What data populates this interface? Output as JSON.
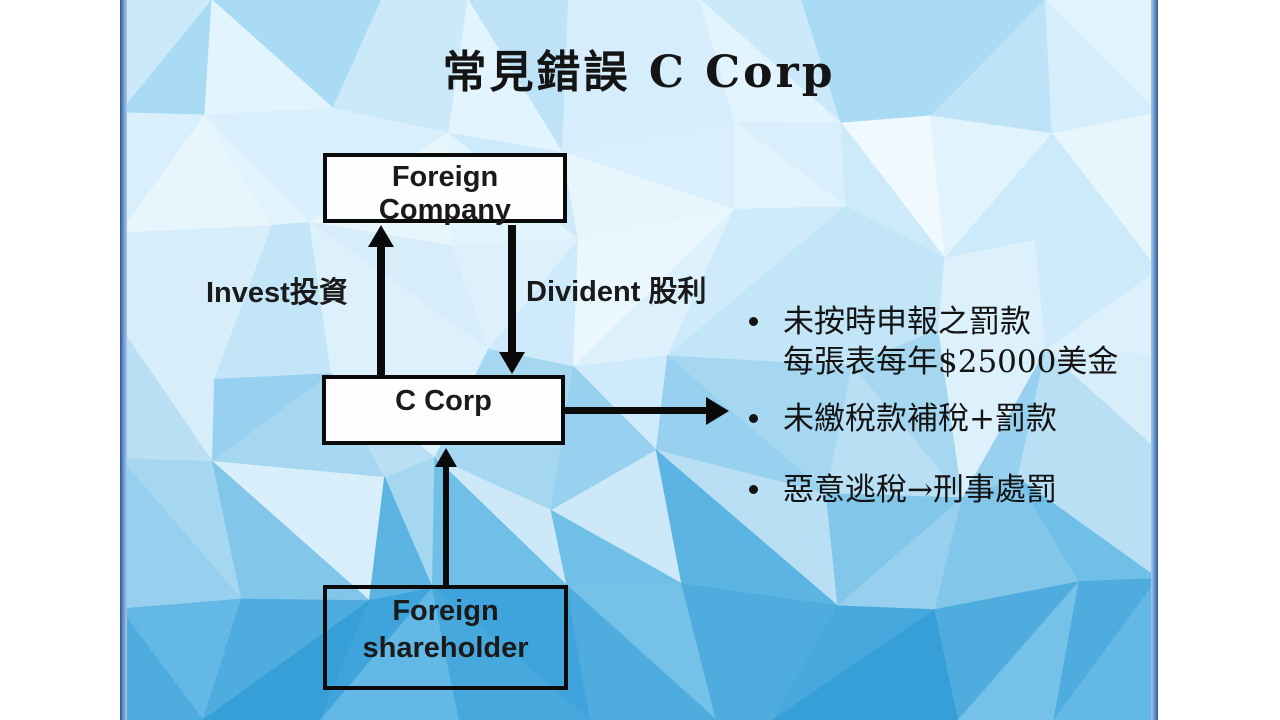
{
  "slide": {
    "title": "常見錯誤 C Corp",
    "diagram": {
      "boxes": [
        {
          "id": "foreign-company",
          "lines": [
            "Foreign Company"
          ]
        },
        {
          "id": "c-corp",
          "lines": [
            "C Corp"
          ]
        },
        {
          "id": "foreign-shareholder",
          "lines": [
            "Foreign",
            "shareholder"
          ]
        }
      ],
      "arrow_labels": [
        {
          "id": "invest",
          "text": "Invest投資"
        },
        {
          "id": "dividend",
          "text": "Divident 股利"
        }
      ]
    },
    "bullets": [
      {
        "lines": [
          "未按時申報之罰款",
          "每張表每年$25000美金"
        ]
      },
      {
        "lines": [
          "未繳稅款補稅+罰款"
        ]
      },
      {
        "lines": [
          "惡意逃稅→刑事處罰"
        ]
      }
    ],
    "colors": {
      "frame_outer": "#2e5697",
      "frame_mid": "#6b96cc",
      "frame_inner": "#aac6e8",
      "box_border": "#0a0a0a",
      "box_fill": "#fcfeff",
      "arrow": "#0a0a0a",
      "text": "#141414"
    },
    "background": {
      "style": "low-poly-triangles",
      "palette_rows": [
        [
          "#bee2f7",
          "#d6eefb",
          "#a9dbf4",
          "#e2f4fd",
          "#cce9f9"
        ],
        [
          "#e7f5fd",
          "#d9effb",
          "#f0f9fe",
          "#cdeafa",
          "#e1f3fc"
        ],
        [
          "#ddf1fc",
          "#cfeafa",
          "#ebf7fe",
          "#c2e5f7",
          "#d7eefa"
        ],
        [
          "#b9dff5",
          "#cde8f8",
          "#a6d7f1",
          "#d8eefa",
          "#97d1ef"
        ],
        [
          "#82c6ea",
          "#96d0ee",
          "#6fbfe7",
          "#a8d9f2",
          "#5cb4e3"
        ],
        [
          "#4facdf",
          "#3fa4db",
          "#63b8e5",
          "#75c1e8",
          "#46a8dd",
          "#379fd8"
        ]
      ]
    }
  }
}
